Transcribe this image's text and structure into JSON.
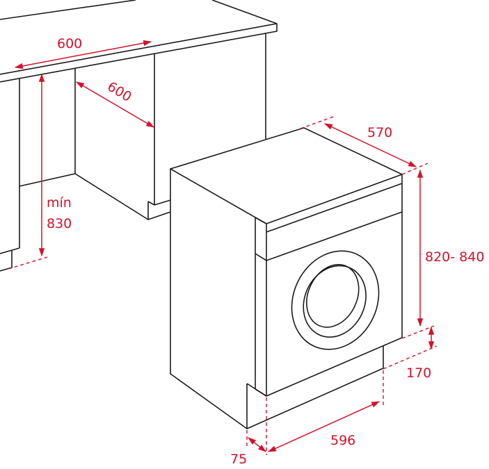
{
  "diagram": {
    "colors": {
      "dimension": "#d7102a",
      "outline": "#1a1a1a"
    },
    "labels": {
      "niche_width": "600",
      "niche_depth": "600",
      "niche_height_min": "mín",
      "niche_height_value": "830",
      "appliance_depth": "570",
      "appliance_height": "820- 840",
      "plinth_height": "170",
      "appliance_width": "596",
      "door_setback": "75"
    }
  }
}
